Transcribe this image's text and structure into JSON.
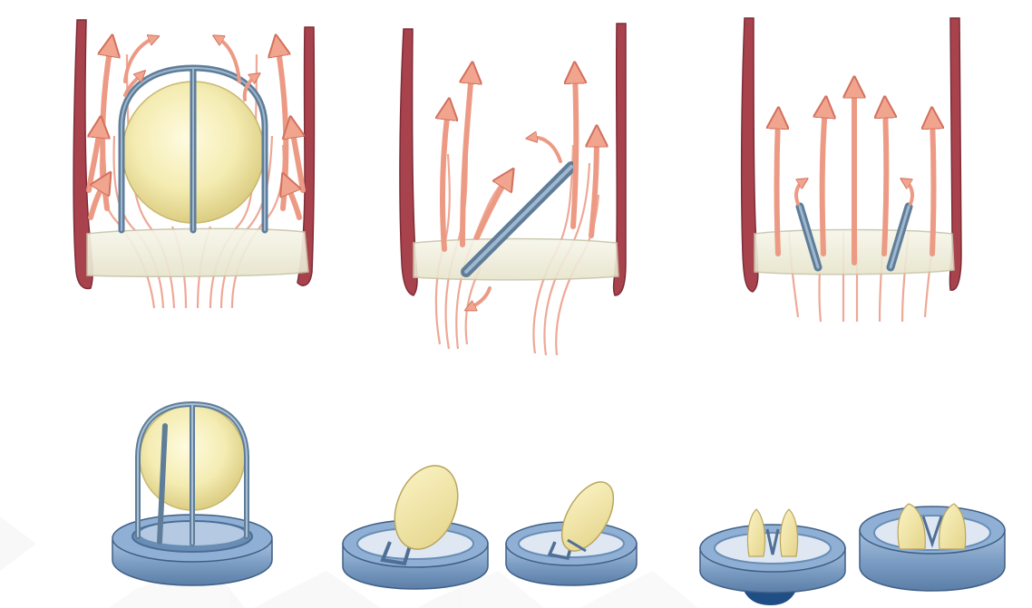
{
  "diagram": {
    "panels": [
      {
        "valve": "caged-ball",
        "view": "flow-section"
      },
      {
        "valve": "tilting-disc",
        "view": "flow-section"
      },
      {
        "valve": "bileaflet",
        "view": "flow-section"
      }
    ],
    "devices": [
      {
        "valve": "caged-ball"
      },
      {
        "valve": "tilting-disc",
        "count": 2
      },
      {
        "valve": "bileaflet",
        "count": 2
      }
    ],
    "colors": {
      "vessel_wall": "#a8434d",
      "flow_arrow": "#ec9a84",
      "flow_line": "#e9897a",
      "sewing_ring": "#f3f1df",
      "ball": "#f4ecb2",
      "cage_metal": "#5f7d98",
      "housing": "#7ea0c6",
      "leaflet": "#f1e6a6"
    }
  }
}
